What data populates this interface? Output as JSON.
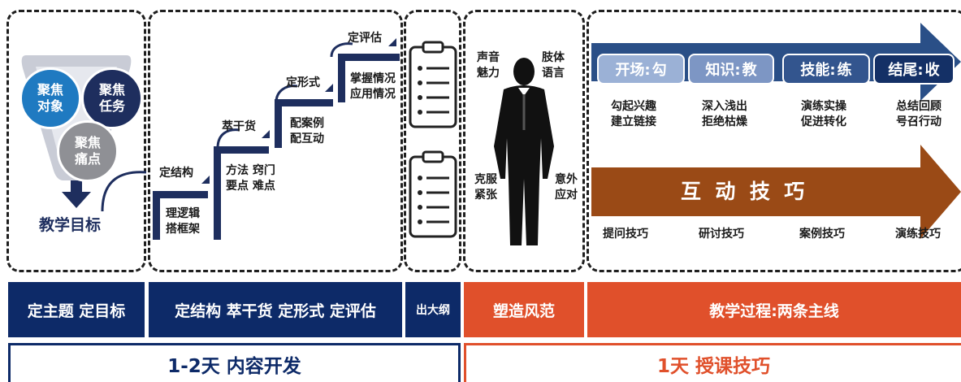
{
  "colors": {
    "navy": "#0d2a68",
    "orange": "#e0502b",
    "brown": "#9a4a16",
    "blue_arrow": "#2a4f87"
  },
  "panel1": {
    "circles": [
      "聚焦\n对象",
      "聚焦\n任务",
      "聚焦\n痛点"
    ],
    "goal": "教学目标"
  },
  "panel2": {
    "labels": {
      "s1": "定结构",
      "s2": "萃干货",
      "s3": "定形式",
      "s4": "定评估"
    },
    "notes": {
      "n1": "理逻辑\n搭框架",
      "n2": "方法 窍门\n要点 难点",
      "n3": "配案例\n配互动",
      "n4": "掌握情况\n应用情况"
    }
  },
  "panel4": {
    "tl": "声音\n魅力",
    "tr": "肢体\n语言",
    "bl": "克服\n紧张",
    "br": "意外\n应对"
  },
  "panel5": {
    "pills": [
      {
        "label": "开场:",
        "verb": "勾"
      },
      {
        "label": "知识:",
        "verb": "教"
      },
      {
        "label": "技能:",
        "verb": "练"
      },
      {
        "label": "结尾:",
        "verb": "收"
      }
    ],
    "pill_captions": [
      "勾起兴趣\n建立链接",
      "深入浅出\n拒绝枯燥",
      "演练实操\n促进转化",
      "总结回顾\n号召行动"
    ],
    "interaction_title": "互  动  技  巧",
    "interaction_items": [
      "提问技巧",
      "研讨技巧",
      "案例技巧",
      "演练技巧"
    ]
  },
  "bars": {
    "b1": "定主题 定目标",
    "b2": "定结构 萃干货 定形式 定评估",
    "b3": "出大纲",
    "b4": "塑造风范",
    "b5": "教学过程:两条主线"
  },
  "footers": {
    "left": "1-2天 内容开发",
    "right": "1天 授课技巧"
  }
}
